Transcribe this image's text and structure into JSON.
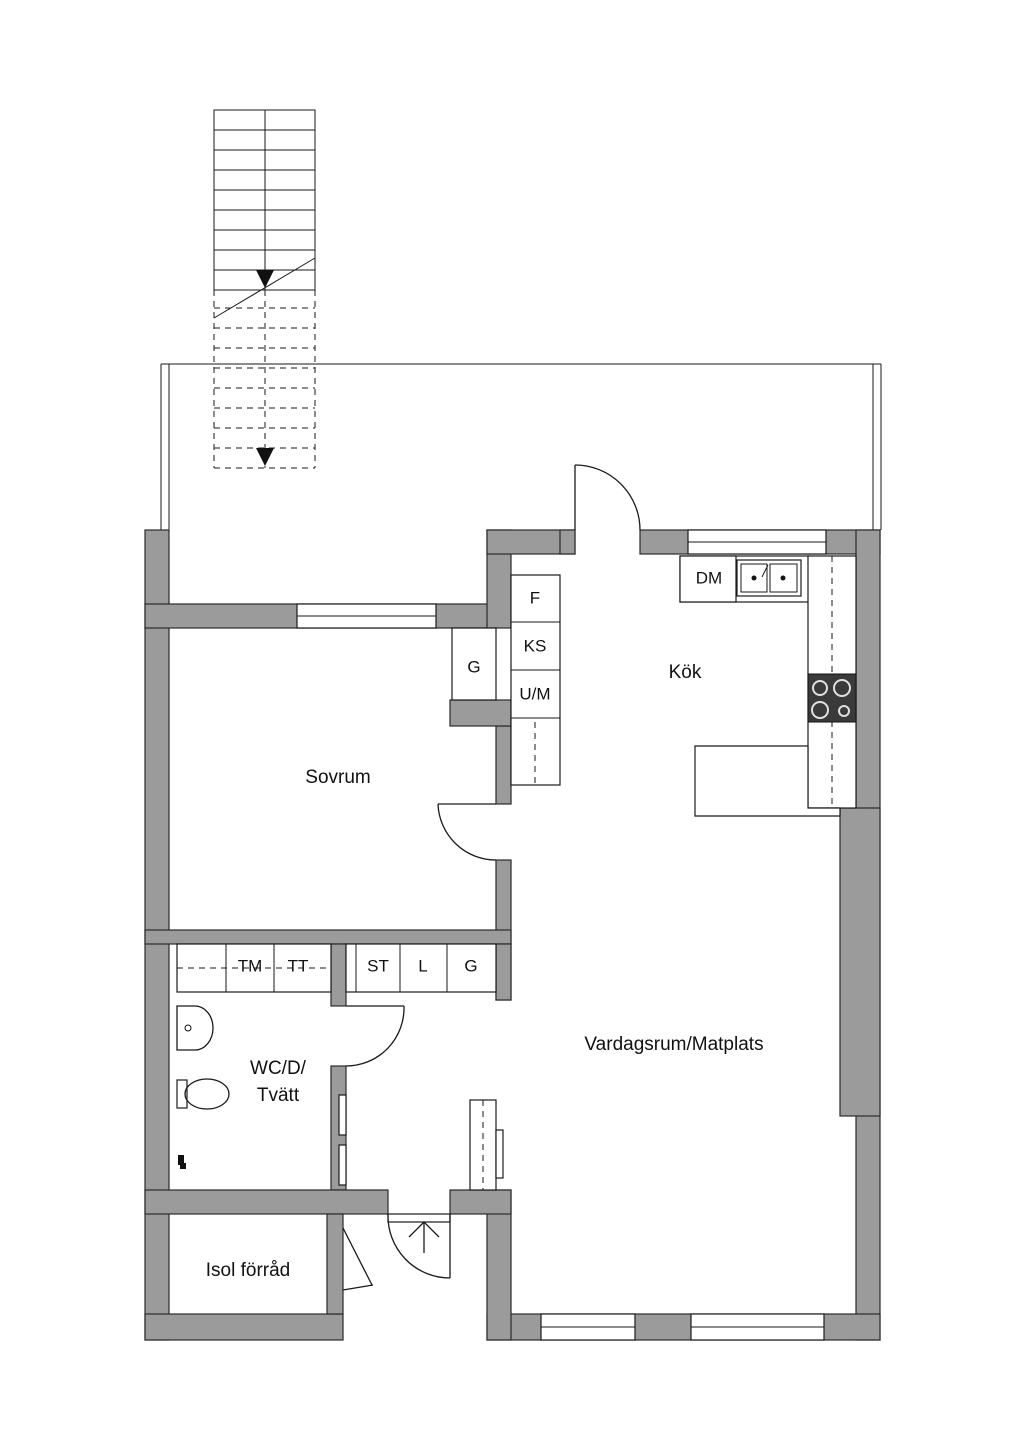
{
  "rooms": {
    "bedroom": "Sovrum",
    "kitchen": "Kök",
    "living": "Vardagsrum/Matplats",
    "bathroom_line1": "WC/D/",
    "bathroom_line2": "Tvätt",
    "storage": "Isol förråd"
  },
  "fixtures": {
    "fridge": "F",
    "freezer": "KS",
    "oven_micro": "U/M",
    "dishwasher": "DM",
    "wardrobe_bedroom": "G",
    "dryer": "TM",
    "drying_cabinet": "TT",
    "cleaning_cabinet": "ST",
    "linen_cabinet": "L",
    "wardrobe_hall": "G"
  },
  "colors": {
    "wall": "#9b9b9b",
    "line": "#1a1a1a",
    "background": "#ffffff"
  }
}
